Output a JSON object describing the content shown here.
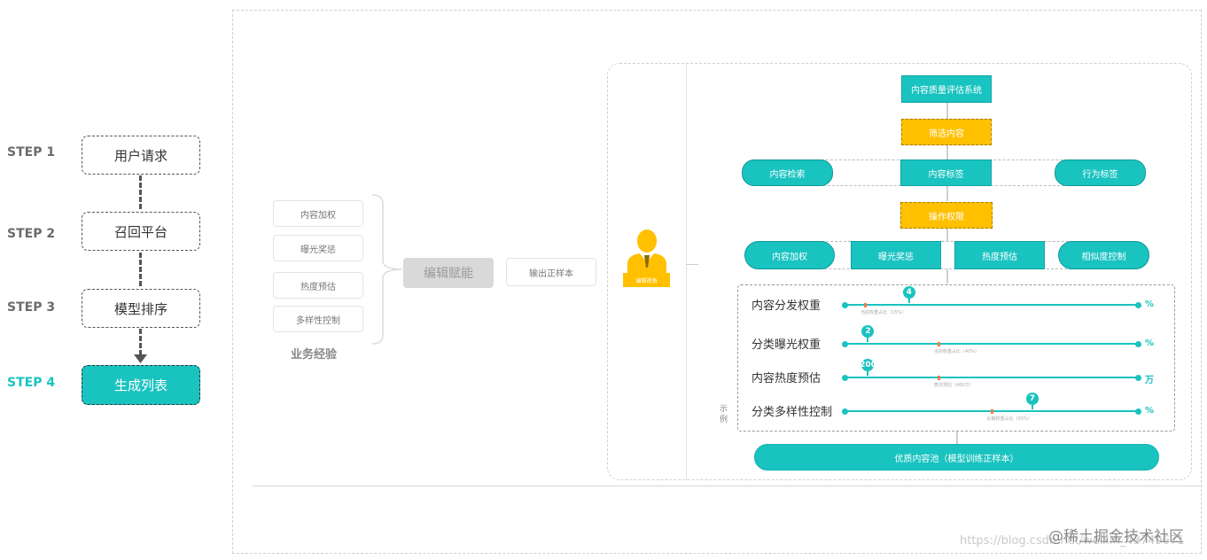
{
  "steps": [
    {
      "label": "STEP 1",
      "box": "用户请求"
    },
    {
      "label": "STEP 2",
      "box": "召回平台"
    },
    {
      "label": "STEP 3",
      "box": "模型排序"
    },
    {
      "label": "STEP 4",
      "box": "生成列表"
    }
  ],
  "business": {
    "items": [
      "内容加权",
      "曝光奖惩",
      "热度预估",
      "多样性控制"
    ],
    "caption": "业务经验",
    "editor_box": "编辑赋能",
    "output_box": "输出正样本"
  },
  "editor": {
    "role": "编辑视角"
  },
  "flow": {
    "quality_system": "内容质量评估系统",
    "filter": "筛选内容",
    "row1": [
      "内容检索",
      "内容标签",
      "行为标签"
    ],
    "permission": "操作权限",
    "row2": [
      "内容加权",
      "曝光奖惩",
      "热度预估",
      "相似度控制"
    ],
    "example_label": "示\n例",
    "pool": "优质内容池（模型训练正样本）"
  },
  "sliders": [
    {
      "label": "内容分发权重",
      "marker": "4",
      "hint": "当前权重占比（15%）",
      "unit": "%",
      "value_frac": 0.22,
      "tick_frac": 0.07,
      "hint_frac": 0.07
    },
    {
      "label": "分类曝光权重",
      "marker": "2",
      "hint": "当前权重占比（40%）",
      "unit": "%",
      "value_frac": 0.08,
      "tick_frac": 0.32,
      "hint_frac": 0.32
    },
    {
      "label": "内容热度预估",
      "marker": "200",
      "hint": "算法预估（400万）",
      "unit": "万",
      "value_frac": 0.08,
      "tick_frac": 0.32,
      "hint_frac": 0.32
    },
    {
      "label": "分类多样性控制",
      "marker": "7",
      "hint": "近期权重占比（50%）",
      "unit": "%",
      "value_frac": 0.64,
      "tick_frac": 0.5,
      "hint_frac": 0.5
    }
  ],
  "watermark": {
    "url": "https://blog.csdn.net/weixin_43749671",
    "brand": "@稀土掘金技术社区"
  },
  "colors": {
    "teal": "#19c3c0",
    "orange": "#ffc000",
    "gray": "#d9d9d9"
  }
}
